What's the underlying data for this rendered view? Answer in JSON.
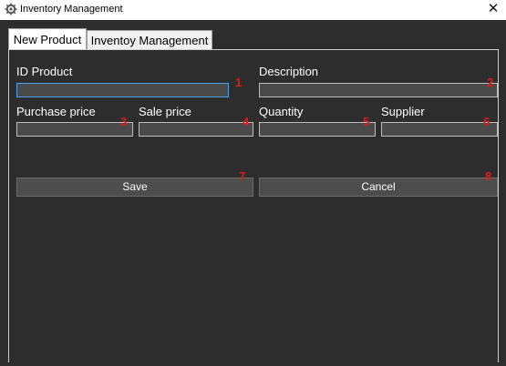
{
  "window": {
    "title": "Inventory Management",
    "close_glyph": "✕",
    "app_icon": "gear-icon"
  },
  "tabs": [
    {
      "label": "New Product",
      "active": true
    },
    {
      "label": "Inventoy Management",
      "active": false
    }
  ],
  "form": {
    "id_product": {
      "label": "ID Product",
      "value": "",
      "badge": "1"
    },
    "description": {
      "label": "Description",
      "value": "",
      "badge": "2"
    },
    "purchase_price": {
      "label": "Purchase price",
      "value": "",
      "badge": "3"
    },
    "sale_price": {
      "label": "Sale price",
      "value": "",
      "badge": "4"
    },
    "quantity": {
      "label": "Quantity",
      "value": "",
      "badge": "5"
    },
    "supplier": {
      "label": "Supplier",
      "value": "",
      "badge": "6"
    }
  },
  "buttons": {
    "save": {
      "label": "Save",
      "badge": "7"
    },
    "cancel": {
      "label": "Cancel",
      "badge": "8"
    }
  },
  "colors": {
    "background": "#2d2d2d",
    "field": "#4a4a4a",
    "badge": "#e01a1a",
    "focus": "#4aa0e6"
  }
}
